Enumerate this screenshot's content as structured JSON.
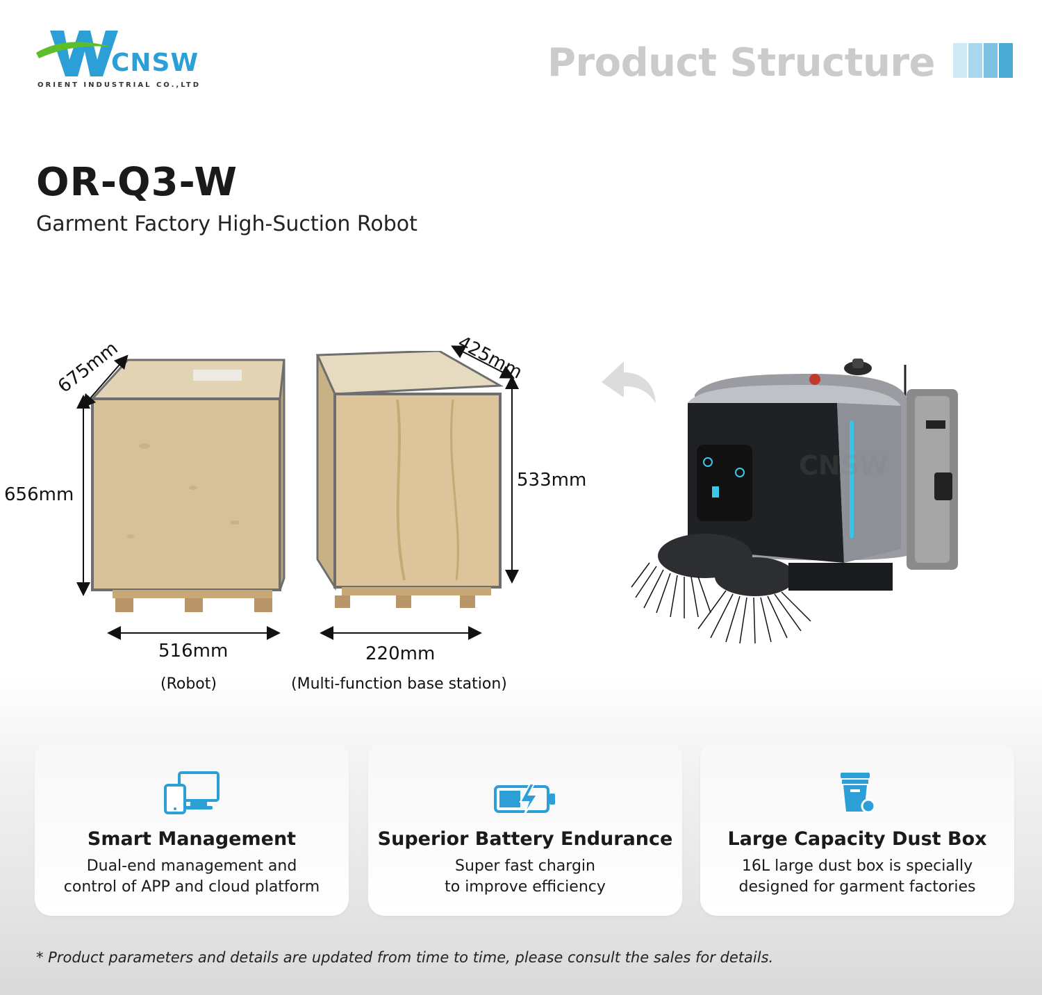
{
  "header": {
    "logo_text": "CNSW",
    "logo_tagline": "ORIENT INDUSTRIAL CO.,LTD",
    "section_title": "Product Structure"
  },
  "product": {
    "model": "OR-Q3-W",
    "subtitle": "Garment Factory High-Suction Robot"
  },
  "dimensions": {
    "robot_crate": {
      "depth": "675mm",
      "height": "656mm",
      "width": "516mm",
      "label": "(Robot)"
    },
    "station_crate": {
      "depth": "425mm",
      "height": "533mm",
      "width": "220mm",
      "label": "(Multi-function base station)"
    }
  },
  "features": [
    {
      "title": "Smart Management",
      "line1": "Dual-end management and",
      "line2": "control of APP and cloud platform",
      "icon": "devices-icon"
    },
    {
      "title": "Superior Battery Endurance",
      "line1": "Super fast chargin",
      "line2": "to improve efficiency",
      "icon": "battery-icon"
    },
    {
      "title": "Large Capacity Dust Box",
      "line1": "16L large dust box is specially",
      "line2": "designed for garment factories",
      "icon": "dust-bin-icon"
    }
  ],
  "footnote": "* Product parameters and details are updated from time to time, please consult the sales for details.",
  "colors": {
    "accent": "#2b9fd6",
    "logo_green": "#5cbf2a",
    "title_gray": "#cbcbcb"
  }
}
